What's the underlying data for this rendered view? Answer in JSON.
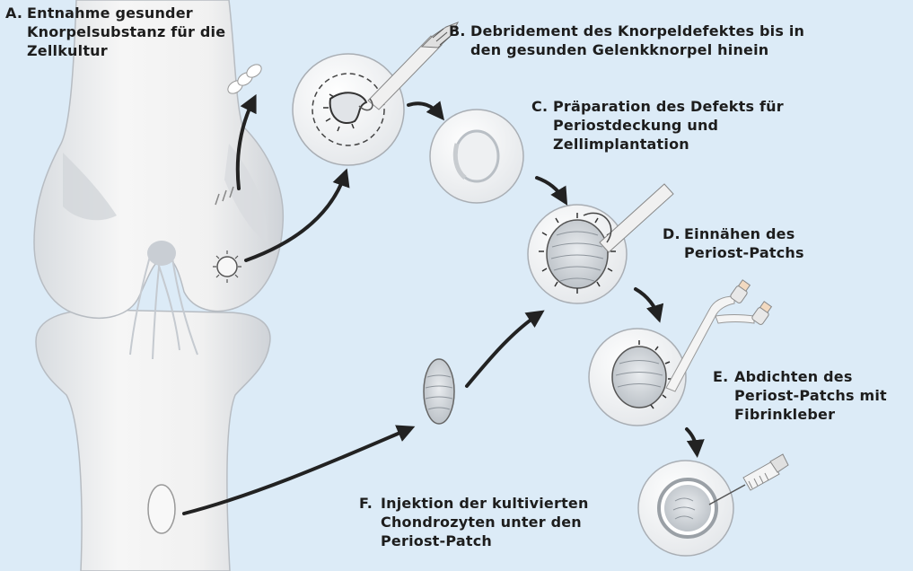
{
  "colors": {
    "background": "#dcebf7",
    "bone": "#f2f2f2",
    "bone_shade": "#cfd3d8",
    "outline": "#9aa0a6",
    "arrow": "#222222",
    "text": "#1d1d1d"
  },
  "steps": [
    {
      "letter": "A.",
      "lines": [
        "Entnahme gesunder",
        "Knorpelsubstanz für die",
        "Zellkultur"
      ]
    },
    {
      "letter": "B.",
      "lines": [
        "Debridement des Knorpeldefektes bis in",
        "den gesunden Gelenkknorpel hinein"
      ]
    },
    {
      "letter": "C.",
      "lines": [
        "Präparation des Defekts für",
        "Periostdeckung und",
        "Zellimplantation"
      ]
    },
    {
      "letter": "D.",
      "lines": [
        "Einnähen des",
        "Periost-Patchs"
      ]
    },
    {
      "letter": "E.",
      "lines": [
        "Abdichten des",
        "Periost-Patchs mit",
        "Fibrinkleber"
      ]
    },
    {
      "letter": "F.",
      "lines": [
        "Injektion der kultivierten",
        "Chondrozyten unter den",
        "Periost-Patch"
      ]
    }
  ]
}
